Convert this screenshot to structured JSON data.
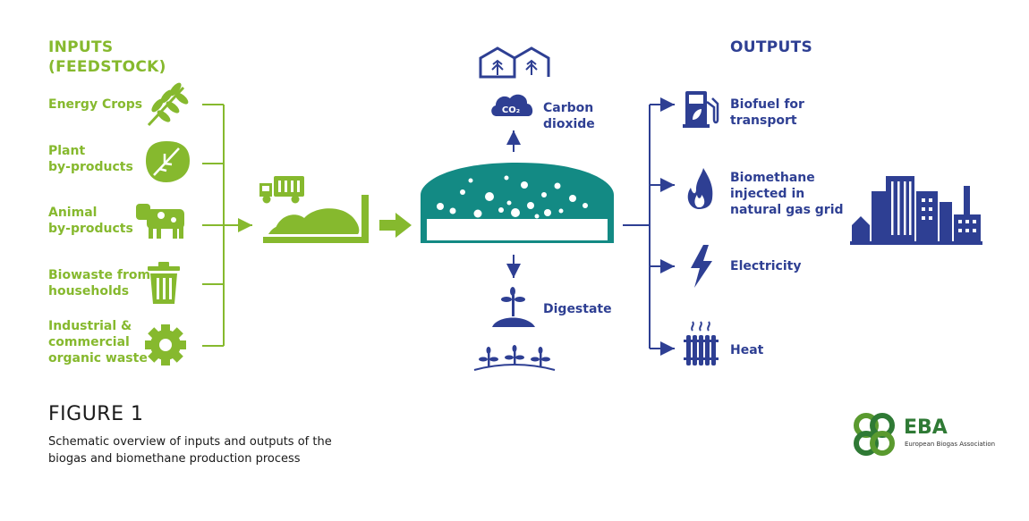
{
  "inputs": {
    "header_line1": "INPUTS",
    "header_line2": "(FEEDSTOCK)",
    "items": [
      {
        "lines": [
          "Energy Crops"
        ],
        "icon": "wheat-icon"
      },
      {
        "lines": [
          "Plant",
          "by-products"
        ],
        "icon": "leaf-icon"
      },
      {
        "lines": [
          "Animal",
          "by-products"
        ],
        "icon": "cow-icon"
      },
      {
        "lines": [
          "Biowaste from",
          "households"
        ],
        "icon": "trash-bin-icon"
      },
      {
        "lines": [
          "Industrial &",
          "commercial",
          "organic waste"
        ],
        "icon": "gear-icon"
      }
    ]
  },
  "process": {
    "top": {
      "lines": [
        "Carbon",
        "dioxide"
      ],
      "badge": "CO₂"
    },
    "bottom": {
      "lines": [
        "Digestate"
      ]
    }
  },
  "outputs": {
    "header": "OUTPUTS",
    "items": [
      {
        "lines": [
          "Biofuel for",
          "transport"
        ],
        "icon": "fuel-pump-icon"
      },
      {
        "lines": [
          "Biomethane",
          "injected in",
          "natural gas grid"
        ],
        "icon": "flame-icon"
      },
      {
        "lines": [
          "Electricity"
        ],
        "icon": "lightning-icon"
      },
      {
        "lines": [
          "Heat"
        ],
        "icon": "radiator-icon"
      }
    ]
  },
  "figure": {
    "title": "FIGURE 1",
    "caption_line1": "Schematic overview of inputs and outputs of the",
    "caption_line2": "biogas and biomethane production process"
  },
  "logo": {
    "name": "EBA",
    "subtitle": "European Biogas Association"
  },
  "colors": {
    "green": "#86b92e",
    "blue": "#2e3f93",
    "teal": "#138a84",
    "logo_green": "#2f7a35"
  }
}
